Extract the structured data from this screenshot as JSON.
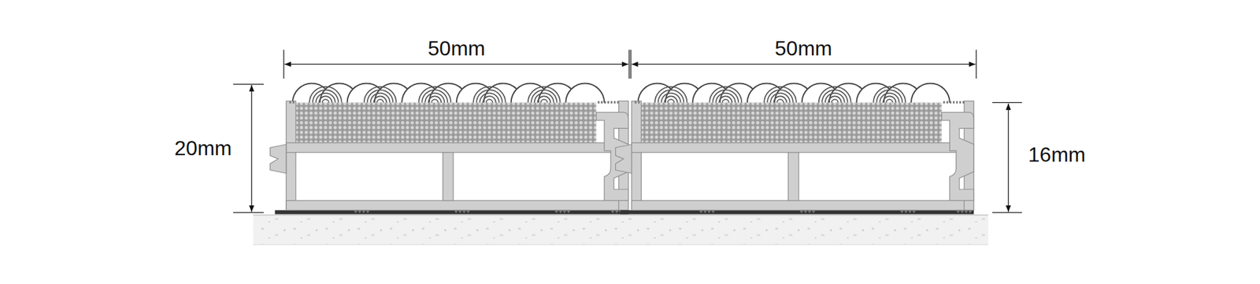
{
  "diagram": {
    "labels": [
      "50mm",
      "50mm",
      "20mm",
      "16mm"
    ]
  }
}
